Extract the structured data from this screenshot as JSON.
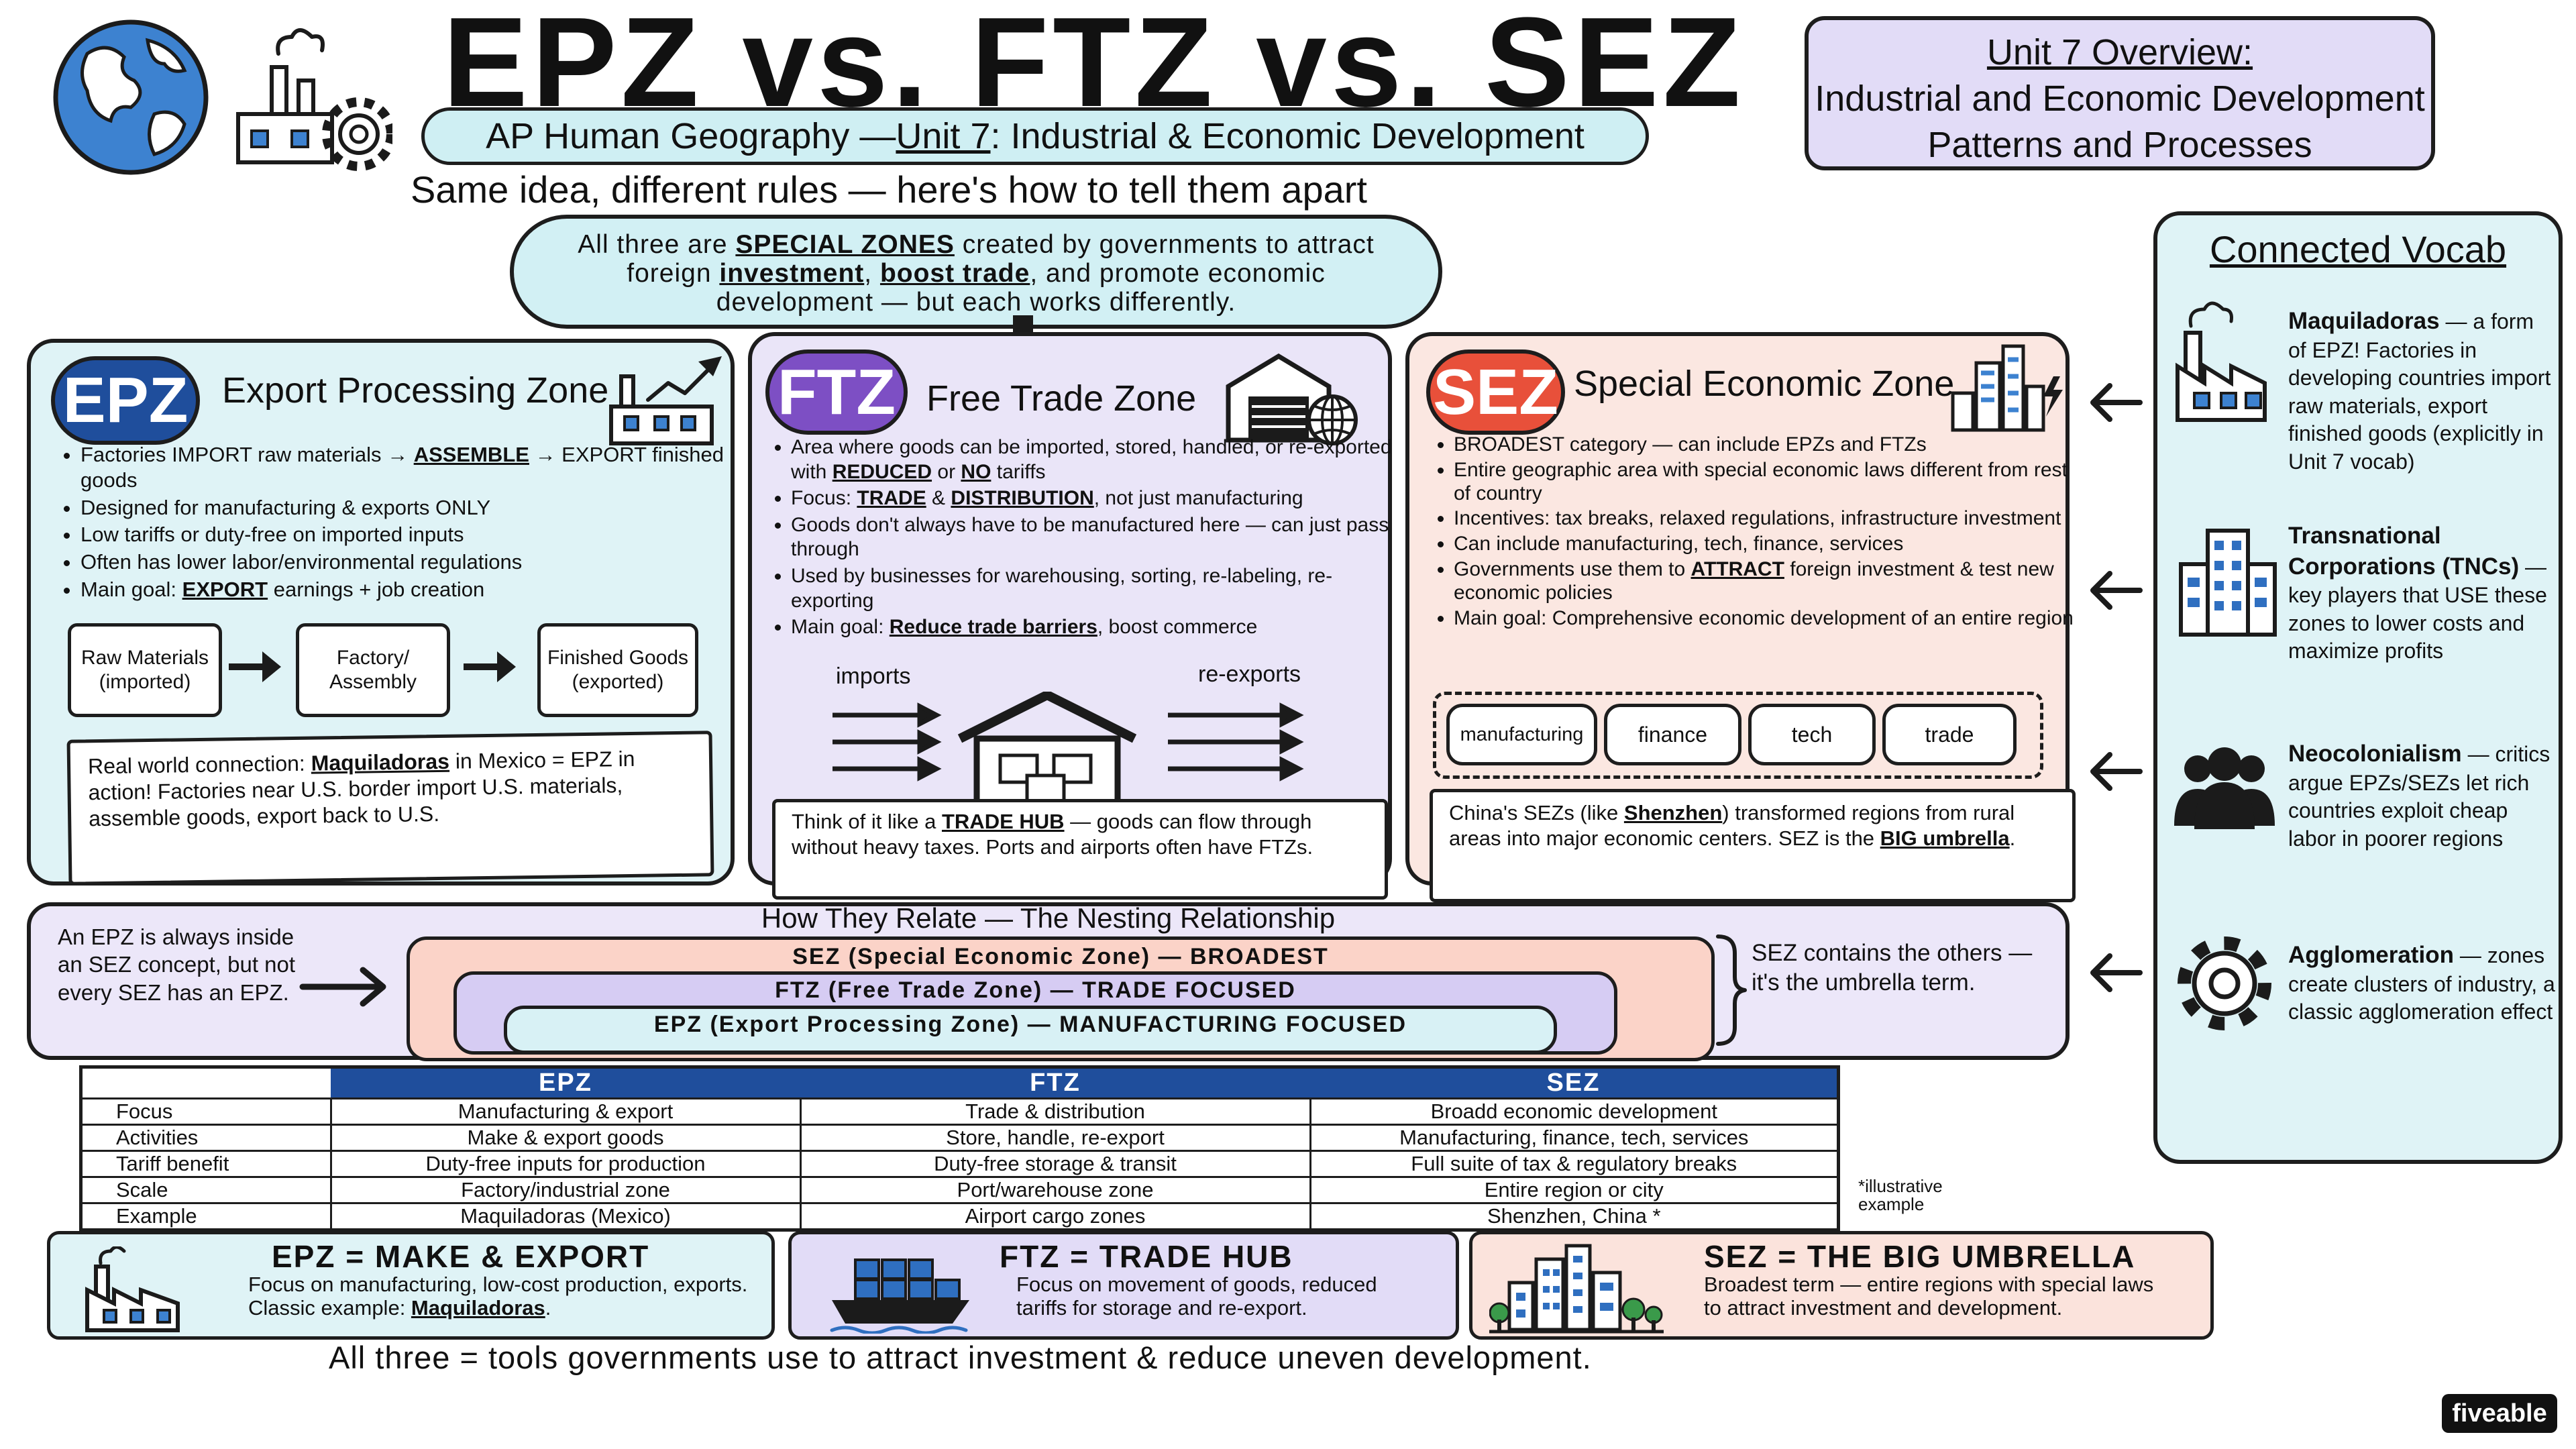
{
  "header": {
    "title": "EPZ vs. FTZ vs. SEZ",
    "subtitle_prefix": "AP Human Geography — ",
    "subtitle_unit": "Unit 7",
    "subtitle_suffix": ": Industrial & Economic Development",
    "tagline": "Same idea, different rules — here's how to tell them apart"
  },
  "overview": {
    "title": "Unit 7 Overview:",
    "line1": "Industrial and Economic Development",
    "line2": "Patterns and Processes"
  },
  "cloud": {
    "t1": "All three are ",
    "u1": "SPECIAL ZONES",
    "t2": " created by governments to attract foreign ",
    "u2": "investment",
    "t3": ", ",
    "u3": "boost trade",
    "t4": ", and promote economic development — but each works differently."
  },
  "epz": {
    "badge": "EPZ",
    "title": "Export Processing Zone",
    "b1_pre": "Factories IMPORT raw materials → ",
    "b1_u": "ASSEMBLE",
    "b1_post": " → EXPORT finished goods",
    "b2": "Designed for manufacturing & exports ONLY",
    "b3": "Low tariffs or duty-free on imported inputs",
    "b4": "Often has lower labor/environmental regulations",
    "b5_pre": "Main goal: ",
    "b5_u": "EXPORT",
    "b5_post": " earnings + job creation",
    "flow1": "Raw Materials (imported)",
    "flow2": "Factory/ Assembly",
    "flow3": "Finished Goods (exported)",
    "note_pre": "Real world connection: ",
    "note_u": "Maquiladoras",
    "note_post": " in Mexico = EPZ in action! Factories near U.S. border import U.S. materials, assemble goods, export back to U.S."
  },
  "ftz": {
    "badge": "FTZ",
    "title": "Free Trade Zone",
    "b1_pre": "Area where goods can be imported, stored, handled, or re-exported with ",
    "b1_u1": "REDUCED",
    "b1_mid": " or ",
    "b1_u2": "NO",
    "b1_post": " tariffs",
    "b2_pre": "Focus: ",
    "b2_u1": "TRADE",
    "b2_mid": " & ",
    "b2_u2": "DISTRIBUTION",
    "b2_post": ", not just manufacturing",
    "b3": "Goods don't always have to be manufactured here — can just pass through",
    "b4": "Used by businesses for warehousing, sorting, re-labeling, re-exporting",
    "b5_pre": "Main goal: ",
    "b5_u": "Reduce trade barriers",
    "b5_post": ", boost commerce",
    "imports": "imports",
    "reexports": "re-exports",
    "note_pre": "Think of it like a ",
    "note_u": "TRADE HUB",
    "note_post": " — goods can flow through without heavy taxes. Ports and airports often have FTZs."
  },
  "sez": {
    "badge": "SEZ",
    "title": "Special Economic Zone",
    "b1": "BROADEST category — can include EPZs and FTZs",
    "b2": "Entire geographic area with special economic laws different from rest of country",
    "b3": "Incentives: tax breaks, relaxed regulations, infrastructure investment",
    "b4": "Can include manufacturing, tech, finance, services",
    "b5_pre": "Governments use them to ",
    "b5_u": "ATTRACT",
    "b5_post": " foreign investment & test new economic policies",
    "b6": "Main goal: Comprehensive economic development of an entire region",
    "chips": [
      "manufacturing",
      "finance",
      "tech",
      "trade"
    ],
    "note_pre": "China's SEZs (like ",
    "note_u1": "Shenzhen",
    "note_mid": ") transformed regions from rural areas into major economic centers. SEZ is the ",
    "note_u2": "BIG umbrella",
    "note_post": "."
  },
  "vocab": {
    "title": "Connected Vocab",
    "v1_term": "Maquiladoras",
    "v1_desc": " — a form of EPZ! Factories in developing countries import raw materials, export finished goods (explicitly in Unit 7 vocab)",
    "v2_term": "Transnational Corporations (TNCs)",
    "v2_desc": " — key players that USE these zones to lower costs and maximize profits",
    "v3_term": "Neocolonialism",
    "v3_desc": " — critics argue EPZs/SEZs let rich countries exploit cheap labor in poorer regions",
    "v4_term": "Agglomeration",
    "v4_desc": " — zones create clusters of industry, a classic agglomeration effect"
  },
  "nesting": {
    "title": "How They Relate — The Nesting Relationship",
    "left": "An EPZ is always inside an SEZ concept, but not every SEZ has an EPZ.",
    "outer": "SEZ (Special Economic Zone) — BROADEST",
    "middle": "FTZ (Free Trade Zone) — TRADE FOCUSED",
    "inner": "EPZ (Export Processing Zone) — MANUFACTURING FOCUSED",
    "right": "SEZ contains the others — it's the umbrella term."
  },
  "table": {
    "headers": [
      "",
      "EPZ",
      "FTZ",
      "SEZ"
    ],
    "rows": [
      [
        "Focus",
        "Manufacturing & export",
        "Trade & distribution",
        "Broadd economic development"
      ],
      [
        "Activities",
        "Make & export goods",
        "Store, handle, re-export",
        "Manufacturing, finance, tech, services"
      ],
      [
        "Tariff benefit",
        "Duty-free inputs for production",
        "Duty-free storage & transit",
        "Full suite of tax & regulatory breaks"
      ],
      [
        "Scale",
        "Factory/industrial zone",
        "Port/warehouse zone",
        "Entire region or city"
      ],
      [
        "Example",
        "Maquiladoras (Mexico)",
        "Airport cargo zones",
        "Shenzhen, China *"
      ]
    ],
    "footnote": "*illustrative example"
  },
  "summary": {
    "s1_head": "EPZ = MAKE & EXPORT",
    "s1_desc": "Focus on manufacturing, low-cost production, exports. Classic example: ",
    "s1_u": "Maquiladoras",
    "s1_end": ".",
    "s2_head": "FTZ = TRADE HUB",
    "s2_desc": "Focus on movement of goods, reduced tariffs for storage and re-export.",
    "s3_head": "SEZ = THE BIG UMBRELLA",
    "s3_desc": "Broadest term — entire regions with special laws to attract investment and development."
  },
  "bottom_line": "All three = tools governments use to attract investment & reduce uneven development.",
  "logo": "fiveable",
  "colors": {
    "epz": "#1f4e9c",
    "ftz": "#7d4fc4",
    "sez": "#e8503a",
    "table_header": "#1f4e9c"
  },
  "icons": [
    "globe-icon",
    "factory-gear-icon",
    "factory-chart-icon",
    "warehouse-globe-icon",
    "city-lightning-icon",
    "factory-icon",
    "building-icon",
    "people-icon",
    "gear-icon",
    "cargo-ship-icon",
    "city-trees-icon",
    "warehouse-icon"
  ]
}
